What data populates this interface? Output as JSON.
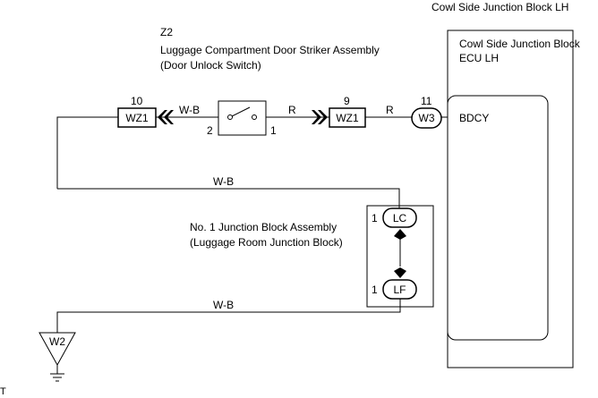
{
  "ecu": {
    "outer_title": "Cowl Side Junction Block LH",
    "inner_title_line1": "Cowl Side Junction Block",
    "inner_title_line2": "ECU LH",
    "terminal": "BDCY"
  },
  "switch": {
    "code": "Z2",
    "name_line1": "Luggage Compartment Door Striker Assembly",
    "name_line2": "(Door Unlock Switch)",
    "pin_left": "2",
    "pin_right": "1"
  },
  "connectors": {
    "left": {
      "pin": "10",
      "id": "WZ1"
    },
    "right": {
      "pin": "9",
      "id": "WZ1"
    },
    "ecu": {
      "pin": "11",
      "id": "W3"
    }
  },
  "wires": {
    "wb_top": "W-B",
    "r_1": "R",
    "r_2": "R",
    "wb_mid": "W-B",
    "wb_bottom": "W-B"
  },
  "junction_block": {
    "name_line1": "No. 1 Junction Block Assembly",
    "name_line2": "(Luggage Room Junction Block)",
    "top_connector": {
      "pin": "1",
      "id": "LC"
    },
    "bottom_connector": {
      "pin": "1",
      "id": "LF"
    }
  },
  "ground": {
    "id": "W2"
  },
  "corner_mark": "T"
}
